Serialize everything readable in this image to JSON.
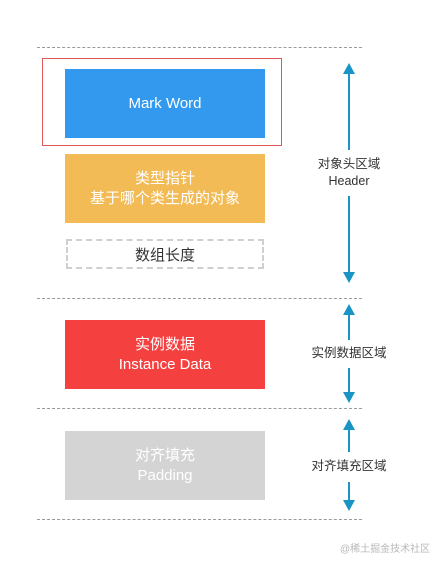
{
  "blocks": {
    "mark_word": {
      "label": "Mark Word",
      "color": "#3399ee"
    },
    "class_pointer": {
      "line1": "类型指针",
      "line2": "基于哪个类生成的对象",
      "color": "#f2bb55"
    },
    "array_length": {
      "label": "数组长度"
    },
    "instance_data": {
      "line1": "实例数据",
      "line2": "Instance Data",
      "color": "#f54040"
    },
    "padding": {
      "line1": "对齐填充",
      "line2": "Padding",
      "color": "#d4d4d4"
    }
  },
  "regions": {
    "header": {
      "line1": "对象头区域",
      "line2": "Header"
    },
    "instance": {
      "label": "实例数据区域"
    },
    "padding": {
      "label": "对齐填充区域"
    }
  },
  "colors": {
    "arrow": "#1a94c4",
    "highlight_border": "#e05555",
    "dashed_line": "#9a9a9a"
  },
  "watermark": "@稀土掘金技术社区"
}
